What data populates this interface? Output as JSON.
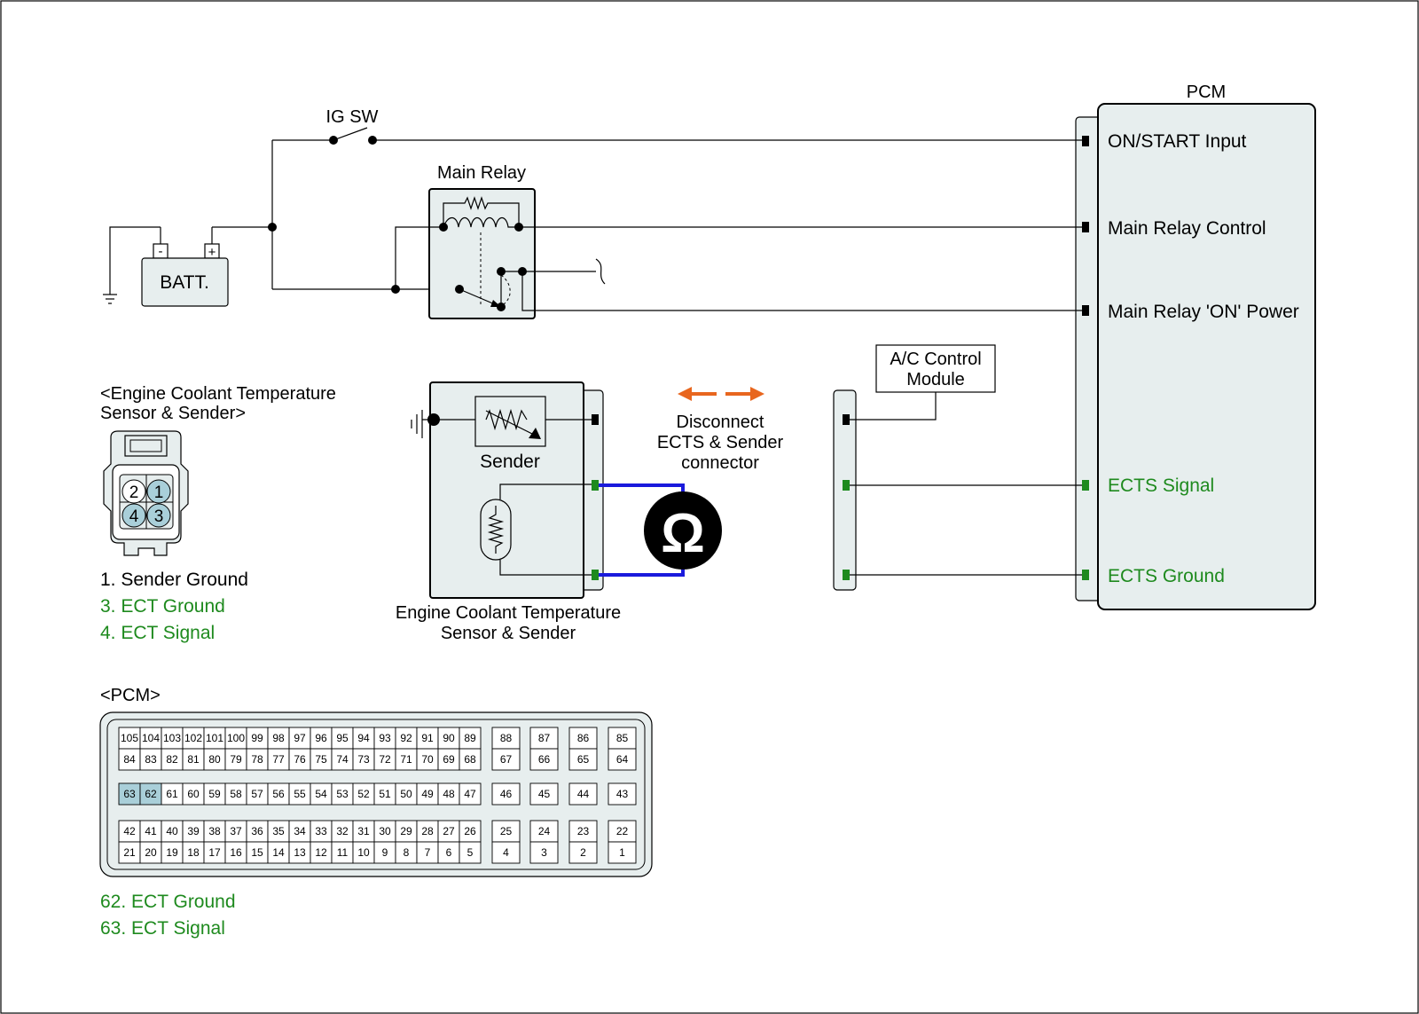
{
  "labels": {
    "ig_sw": "IG SW",
    "main_relay": "Main Relay",
    "batt": "BATT.",
    "batt_neg": "-",
    "batt_pos": "+",
    "pcm": "PCM",
    "pcm_on_start": "ON/START Input",
    "pcm_main_relay_control": "Main Relay Control",
    "pcm_main_relay_on_power": "Main Relay 'ON' Power",
    "pcm_ects_signal": "ECTS Signal",
    "pcm_ects_ground": "ECTS Ground",
    "ac_module_line1": "A/C Control",
    "ac_module_line2": "Module",
    "sender": "Sender",
    "disconnect_line1": "Disconnect",
    "disconnect_line2": "ECTS & Sender",
    "disconnect_line3": "connector",
    "ohm_symbol": "Ω",
    "sensor_caption_line1": "Engine Coolant Temperature",
    "sensor_caption_line2": "Sensor & Sender"
  },
  "ects_connector": {
    "heading_line1": "<Engine Coolant Temperature",
    "heading_line2": "Sensor & Sender>",
    "pins": [
      "2",
      "1",
      "4",
      "3"
    ],
    "legend": [
      {
        "text": "1. Sender Ground",
        "color": "#000000"
      },
      {
        "text": "3. ECT Ground",
        "color": "#1e8a1e"
      },
      {
        "text": "4. ECT Signal",
        "color": "#1e8a1e"
      }
    ]
  },
  "pcm_connector": {
    "heading": "<PCM>",
    "row1_main": [
      "105",
      "104",
      "103",
      "102",
      "101",
      "100",
      "99",
      "98",
      "97",
      "96",
      "95",
      "94",
      "93",
      "92",
      "91",
      "90",
      "89"
    ],
    "row1_side": [
      "88",
      "87",
      "86",
      "85"
    ],
    "row2_main": [
      "84",
      "83",
      "82",
      "81",
      "80",
      "79",
      "78",
      "77",
      "76",
      "75",
      "74",
      "73",
      "72",
      "71",
      "70",
      "69",
      "68"
    ],
    "row2_side": [
      "67",
      "66",
      "65",
      "64"
    ],
    "row3_main": [
      "63",
      "62",
      "61",
      "60",
      "59",
      "58",
      "57",
      "56",
      "55",
      "54",
      "53",
      "52",
      "51",
      "50",
      "49",
      "48",
      "47"
    ],
    "row3_side": [
      "46",
      "45",
      "44",
      "43"
    ],
    "row4_main": [
      "42",
      "41",
      "40",
      "39",
      "38",
      "37",
      "36",
      "35",
      "34",
      "33",
      "32",
      "31",
      "30",
      "29",
      "28",
      "27",
      "26"
    ],
    "row4_side": [
      "25",
      "24",
      "23",
      "22"
    ],
    "row5_main": [
      "21",
      "20",
      "19",
      "18",
      "17",
      "16",
      "15",
      "14",
      "13",
      "12",
      "11",
      "10",
      "9",
      "8",
      "7",
      "6",
      "5"
    ],
    "row5_side": [
      "4",
      "3",
      "2",
      "1"
    ],
    "highlighted_pins": [
      "63",
      "62"
    ],
    "legend": [
      {
        "text": "62. ECT Ground",
        "color": "#1e8a1e"
      },
      {
        "text": "63. ECT Signal",
        "color": "#1e8a1e"
      }
    ]
  },
  "colors": {
    "signal_text": "#1e8a1e",
    "meter_wire": "#1a1adc",
    "arrow": "#e8661e",
    "pin_highlight": "#a9cfd9",
    "component_fill": "#e7eeee"
  }
}
